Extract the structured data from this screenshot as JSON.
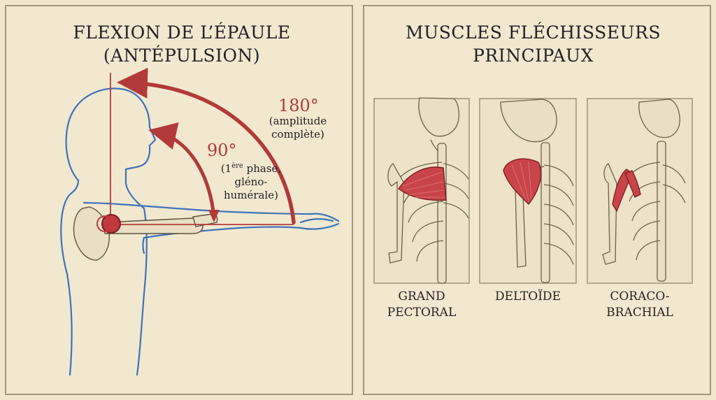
{
  "left_panel": {
    "title_line1": "FLEXION DE L’ÉPAULE",
    "title_line2": "(ANTÉPULSION)",
    "angle_full": {
      "value": "180°",
      "note_line1": "(amplitude",
      "note_line2": "complète)"
    },
    "angle_first": {
      "value": "90°",
      "note_prefix": "(1",
      "note_sup": "ère",
      "note_suffix": " phase,",
      "note_line2": "gléno-",
      "note_line3": "humérale)"
    }
  },
  "right_panel": {
    "title_line1": "MUSCLES FLÉCHISSEURS",
    "title_line2": "PRINCIPAUX",
    "muscles": [
      {
        "line1": "GRAND",
        "line2": "PECTORAL"
      },
      {
        "line1": "DELTOÏDE",
        "line2": ""
      },
      {
        "line1": "CORACO-",
        "line2": "BRACHIAL"
      }
    ]
  },
  "colors": {
    "background": "#f1e7cf",
    "accent_red": "#b23a3a",
    "outline_blue": "#3f72b8",
    "muscle_red": "#c9444a",
    "bone": "#e9dfc4"
  }
}
